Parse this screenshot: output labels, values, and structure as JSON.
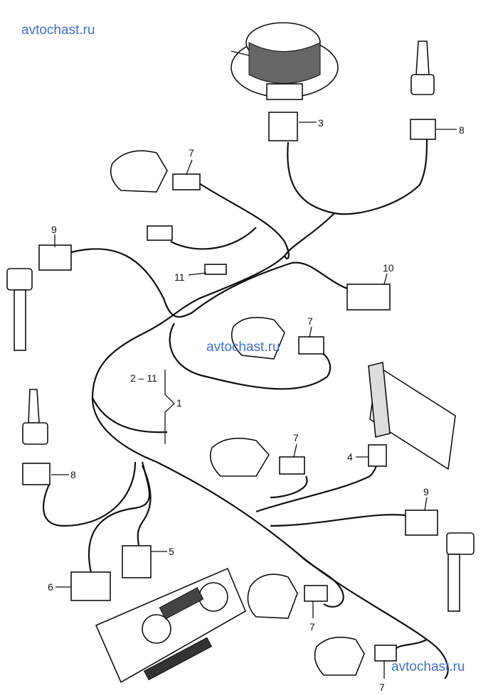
{
  "watermarks": [
    "avtochast.ru",
    "avtochast.ru",
    "avtochast.ru"
  ],
  "watermark_color": "#3f6fd9",
  "callouts": {
    "blower_connector": "3",
    "sensor_connector_top": "8",
    "flap_motor_connector_top": "7",
    "sensor_connector_left": "9",
    "clip": "11",
    "control_unit": "10",
    "flap_motor_connector_mid": "7",
    "range": "2 – 11",
    "harness": "1",
    "sensor_connector_left_lower": "8",
    "flap_motor_connector_lower": "7",
    "heater_connector": "4",
    "sensor_connector_right": "9",
    "panel_connector_a": "5",
    "panel_connector_b": "6",
    "flap_motor_connector_bottom": "7",
    "flap_motor_connector_bottom_right": "7"
  }
}
